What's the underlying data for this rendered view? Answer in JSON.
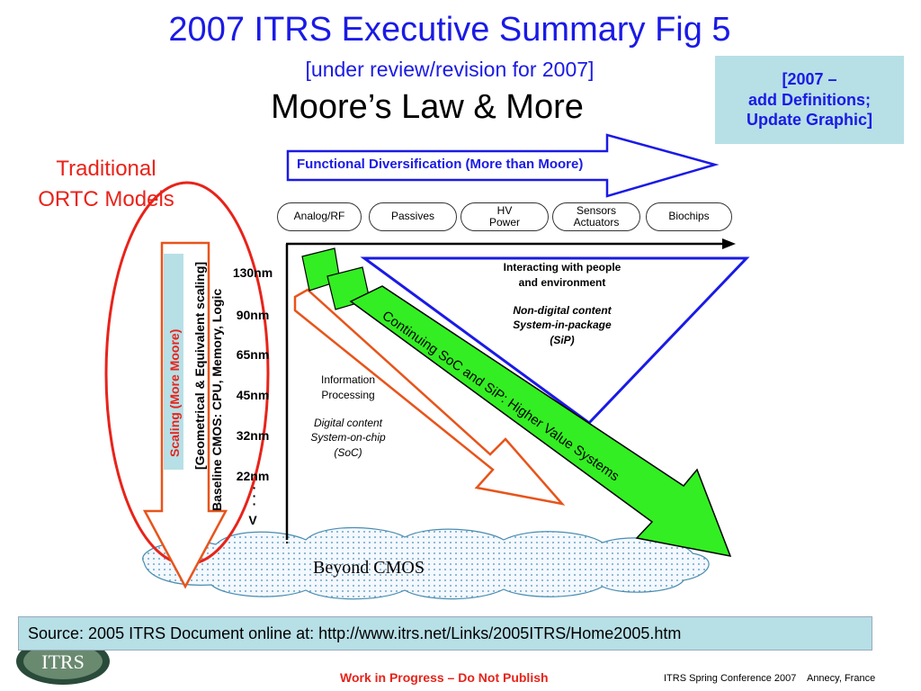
{
  "title": "2007 ITRS Executive Summary Fig 5",
  "subtitle": "[under review/revision for 2007]",
  "heading": "Moore’s Law & More",
  "note": {
    "line1": "[2007 –",
    "line2": "add Definitions;",
    "line3": "Update Graphic]"
  },
  "traditional": {
    "line1": "Traditional",
    "line2": "ORTC Models"
  },
  "functional_label": "Functional Diversification (More than Moore)",
  "nodes": [
    "Analog/RF",
    "Passives",
    "HV",
    "Power",
    "Sensors",
    "Actuators",
    "Biochips"
  ],
  "scaling_label": "Scaling (More Moore)",
  "baseline_line1": "[Geometrical & Equivalent scaling]",
  "baseline_line2": "Baseline CMOS:  CPU, Memory, Logic",
  "tech_nodes": [
    "130nm",
    "90nm",
    "65nm",
    "45nm",
    "32nm",
    "22nm"
  ],
  "dots": "·\n·\n·",
  "v_mark": "V",
  "interacting": {
    "line1": "Interacting with people",
    "line2": "and environment",
    "line3": "Non-digital content",
    "line4": "System-in-package",
    "line5": "(SiP)"
  },
  "information": {
    "line1": "Information",
    "line2": "Processing",
    "line3": "Digital content",
    "line4": "System-on-chip",
    "line5": "(SoC)"
  },
  "green_arrow_label": "Continuing SoC and SiP:  Higher Value Systems",
  "beyond_cmos": "Beyond CMOS",
  "source": "Source:  2005 ITRS Document online at:  http://www.itrs.net/Links/2005ITRS/Home2005.htm",
  "logo_text": "ITRS",
  "footer_wip": "Work in Progress – Do Not Publish",
  "footer_conf": "ITRS Spring Conference 2007    Annecy, France",
  "colors": {
    "title_blue": "#1a1ae6",
    "red": "#e8231a",
    "green": "#33ee22",
    "panel": "#b7dfe6"
  }
}
